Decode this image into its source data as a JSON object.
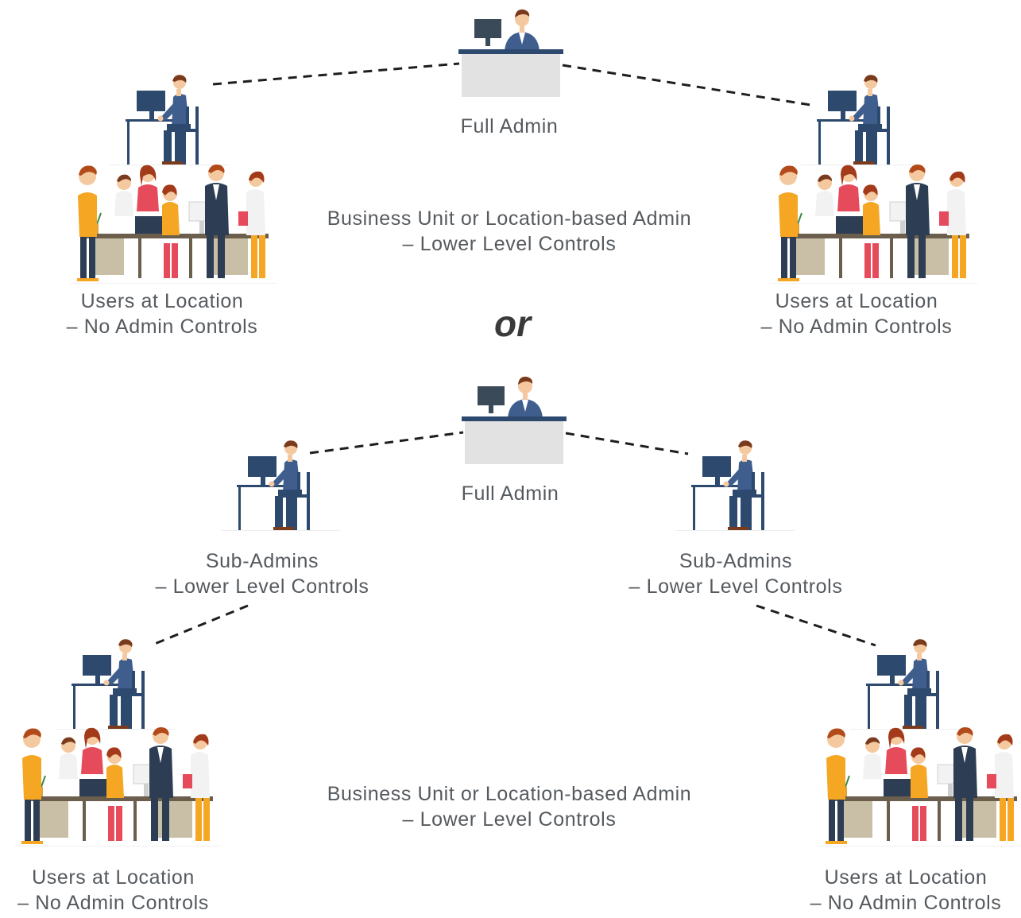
{
  "top_section": {
    "full_admin_label": "Full Admin",
    "bu_admin_line1": "Business Unit or Location-based Admin",
    "bu_admin_line2": "– Lower Level Controls",
    "users_left_line1": "Users at Location",
    "users_left_line2": "– No Admin Controls",
    "users_right_line1": "Users at Location",
    "users_right_line2": "– No Admin Controls"
  },
  "separator": "or",
  "bottom_section": {
    "full_admin_label": "Full Admin",
    "subadmin_left_line1": "Sub-Admins",
    "subadmin_left_line2": "– Lower Level Controls",
    "subadmin_right_line1": "Sub-Admins",
    "subadmin_right_line2": "– Lower Level Controls",
    "bu_admin_line1": "Business Unit or Location-based Admin",
    "bu_admin_line2": "– Lower Level Controls",
    "users_left_line1": "Users at Location",
    "users_left_line2": "– No Admin Controls",
    "users_right_line1": "Users at Location",
    "users_right_line2": "– No Admin Controls"
  },
  "icons": {
    "full_admin": "admin-desk-icon",
    "seated_worker": "seated-worker-icon",
    "team": "office-team-icon"
  },
  "colors": {
    "suit": "#3f5e8e",
    "desk": "#e2e2e2",
    "desk_top": "#2d4a6e",
    "text": "#555a5f",
    "line": "#1e1e1e"
  }
}
